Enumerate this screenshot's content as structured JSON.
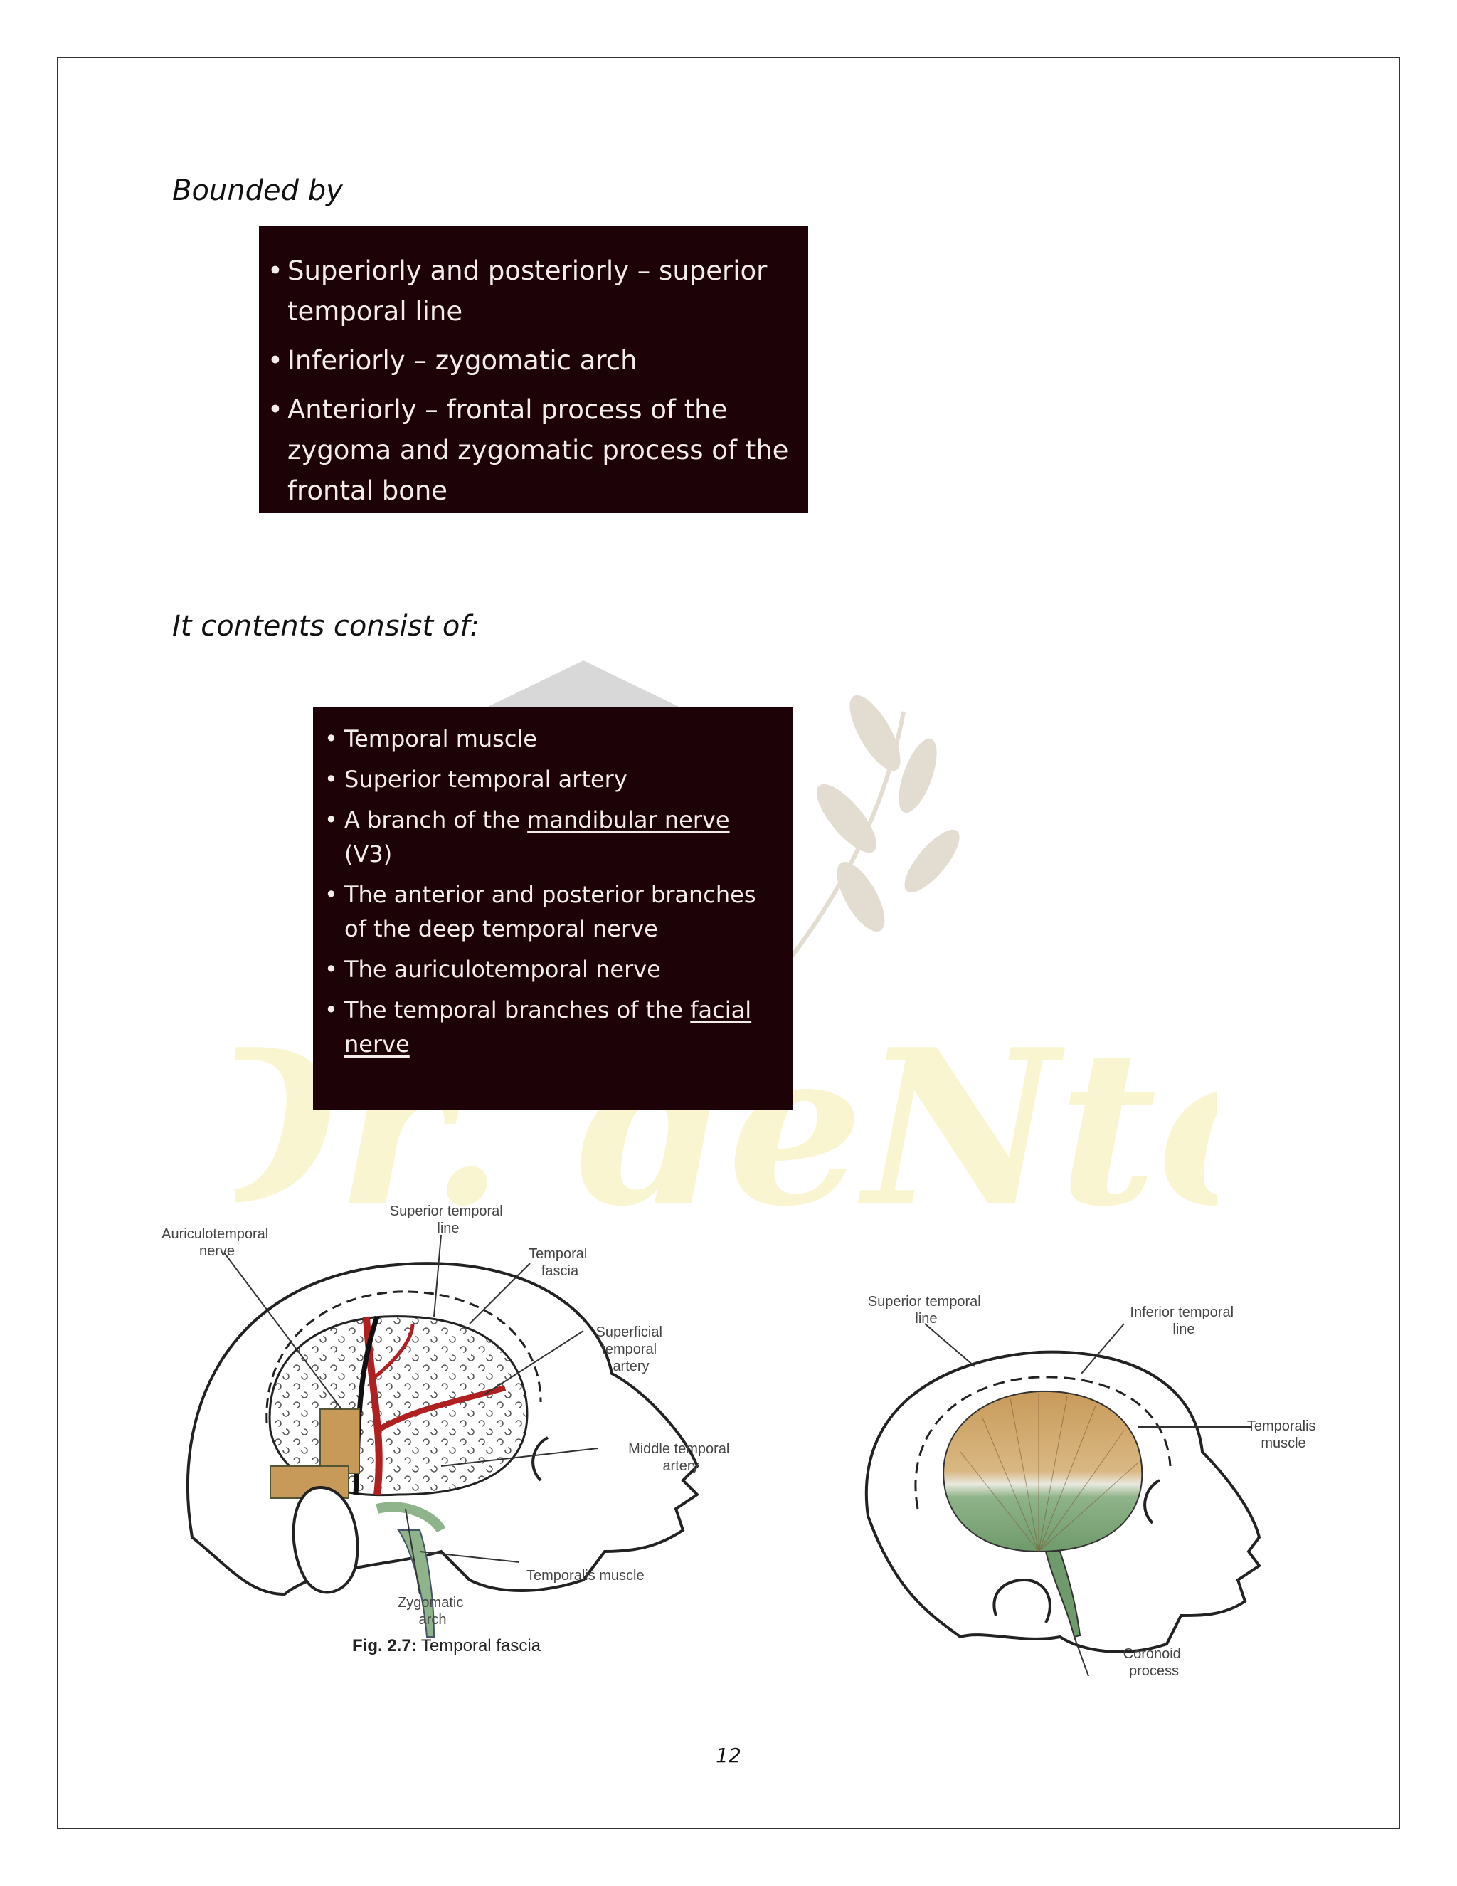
{
  "headings": {
    "bounded": "Bounded by",
    "contents": "It contents consist of:"
  },
  "bounded_items": [
    "Superiorly and posteriorly – superior temporal line",
    "Inferiorly – zygomatic arch",
    "Anteriorly – frontal process of the zygoma and zygomatic process of the frontal bone"
  ],
  "contents_items": {
    "item1": "Temporal muscle",
    "item2": "Superior temporal artery",
    "item3_pre": "A branch of the ",
    "item3_link": "mandibular nerve",
    "item3_post": " (V3)",
    "item4": "The anterior and posterior branches of the deep temporal nerve",
    "item5": "The auriculotemporal nerve",
    "item6_pre": "The temporal branches of the ",
    "item6_link": "facial nerve"
  },
  "watermark_text": "Dr. deNto",
  "figure_left": {
    "labels": {
      "auriculotemporal": [
        "Auriculotemporal",
        "nerve"
      ],
      "superior_line": [
        "Superior temporal",
        "line"
      ],
      "temporal_fascia": [
        "Temporal",
        "fascia"
      ],
      "superficial_artery": [
        "Superficial",
        "temporal",
        "artery"
      ],
      "middle_artery": [
        "Middle temporal",
        "artery"
      ],
      "temporalis": "Temporalis muscle",
      "zygomatic": [
        "Zygomatic",
        "arch"
      ]
    },
    "caption_bold": "Fig. 2.7:",
    "caption_text": " Temporal fascia"
  },
  "figure_right": {
    "labels": {
      "superior_line": [
        "Superior temporal",
        "line"
      ],
      "inferior_line": [
        "Inferior temporal",
        "line"
      ],
      "temporalis": [
        "Temporalis",
        "muscle"
      ],
      "coronoid": [
        "Coronoid",
        "process"
      ]
    }
  },
  "page_number": "12",
  "colors": {
    "box_bg": "#1d0208",
    "box_text": "#f4ecec",
    "artery": "#b02020",
    "muscle_tan": "#c89a5a",
    "muscle_green": "#8fb38a",
    "watermark_gold": "#f2e27a"
  }
}
